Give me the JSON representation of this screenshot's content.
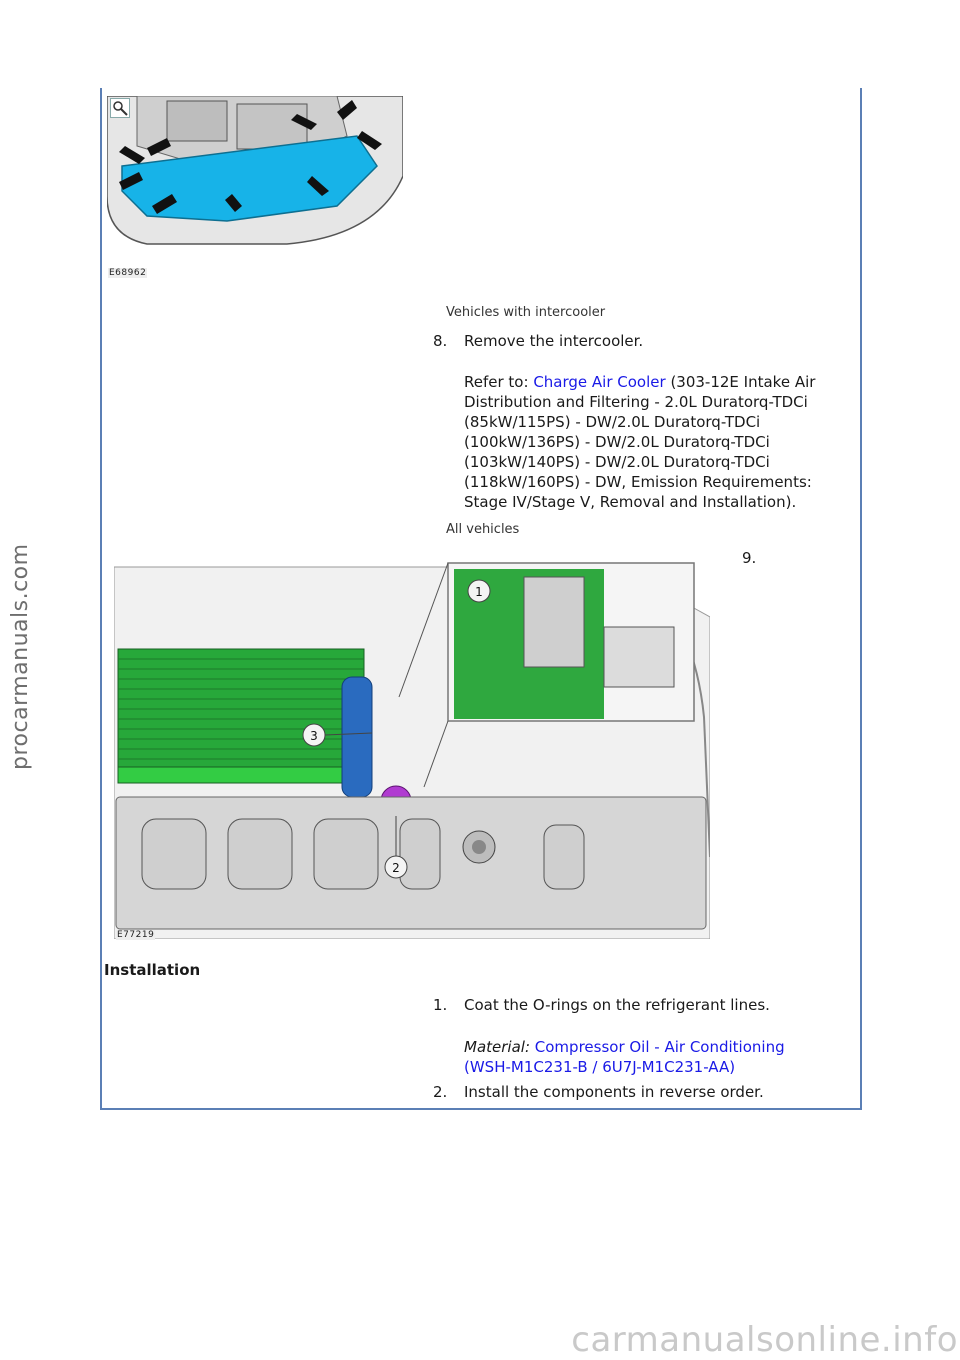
{
  "figure_top": {
    "id": "E68962"
  },
  "condition_intercooler": "Vehicles with intercooler",
  "step8": {
    "num": "8.",
    "text": "Remove the intercooler.",
    "refer_prefix": "Refer to: ",
    "refer_link": "Charge Air Cooler",
    "refer_rest": " (303-12E Intake Air Distribution and Filtering - 2.0L Duratorq-TDCi (85kW/115PS) - DW/2.0L Duratorq-TDCi (100kW/136PS) - DW/2.0L Duratorq-TDCi (103kW/140PS) - DW/2.0L Duratorq-TDCi (118kW/160PS) - DW, Emission Requirements: Stage IV/Stage V, Removal and Installation)."
  },
  "condition_all": "All vehicles",
  "step9": {
    "num": "9."
  },
  "figure_main": {
    "id": "E77219",
    "callouts": [
      "1",
      "2",
      "3"
    ]
  },
  "installation": {
    "heading": "Installation",
    "step1": {
      "num": "1.",
      "text": "Coat the O-rings on the refrigerant lines."
    },
    "material_label": "Material:",
    "material_link": "Compressor Oil - Air Conditioning (WSH-M1C231-B / 6U7J-M1C231-AA)",
    "step2": {
      "num": "2.",
      "text": "Install the components in reverse order."
    }
  },
  "watermark_side": "procarmanuals.com",
  "watermark_bottom": "carmanualsonline.info"
}
